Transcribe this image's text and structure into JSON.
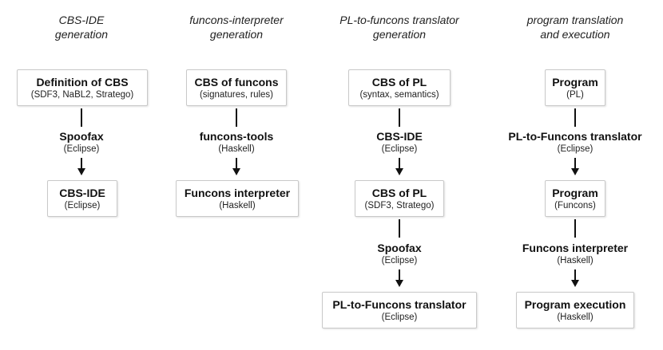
{
  "columns": [
    {
      "heading": [
        "CBS-IDE",
        "generation"
      ],
      "input": {
        "main": "Definition of CBS",
        "sub": "(SDF3, NaBL2, Stratego)"
      },
      "tool": {
        "main": "Spoofax",
        "sub": "(Eclipse)"
      },
      "output": {
        "main": "CBS-IDE",
        "sub": "(Eclipse)"
      }
    },
    {
      "heading": [
        "funcons-interpreter",
        "generation"
      ],
      "input": {
        "main": "CBS of funcons",
        "sub": "(signatures, rules)"
      },
      "tool": {
        "main": "funcons-tools",
        "sub": "(Haskell)"
      },
      "output": {
        "main": "Funcons interpreter",
        "sub": "(Haskell)"
      }
    },
    {
      "heading": [
        "PL-to-funcons translator",
        "generation"
      ],
      "input": {
        "main": "CBS of PL",
        "sub": "(syntax, semantics)"
      },
      "tool": {
        "main": "CBS-IDE",
        "sub": "(Eclipse)"
      },
      "output": {
        "main": "CBS of PL",
        "sub": "(SDF3, Stratego)"
      },
      "tool2": {
        "main": "Spoofax",
        "sub": "(Eclipse)"
      },
      "output2": {
        "main": "PL-to-Funcons translator",
        "sub": "(Eclipse)"
      }
    },
    {
      "heading": [
        "program translation",
        "and execution"
      ],
      "input": {
        "main": "Program",
        "sub": "(PL)"
      },
      "tool": {
        "main": "PL-to-Funcons translator",
        "sub": "(Eclipse)"
      },
      "output": {
        "main": "Program",
        "sub": "(Funcons)"
      },
      "tool2": {
        "main": "Funcons interpreter",
        "sub": "(Haskell)"
      },
      "output2": {
        "main": "Program execution",
        "sub": "(Haskell)"
      }
    }
  ]
}
